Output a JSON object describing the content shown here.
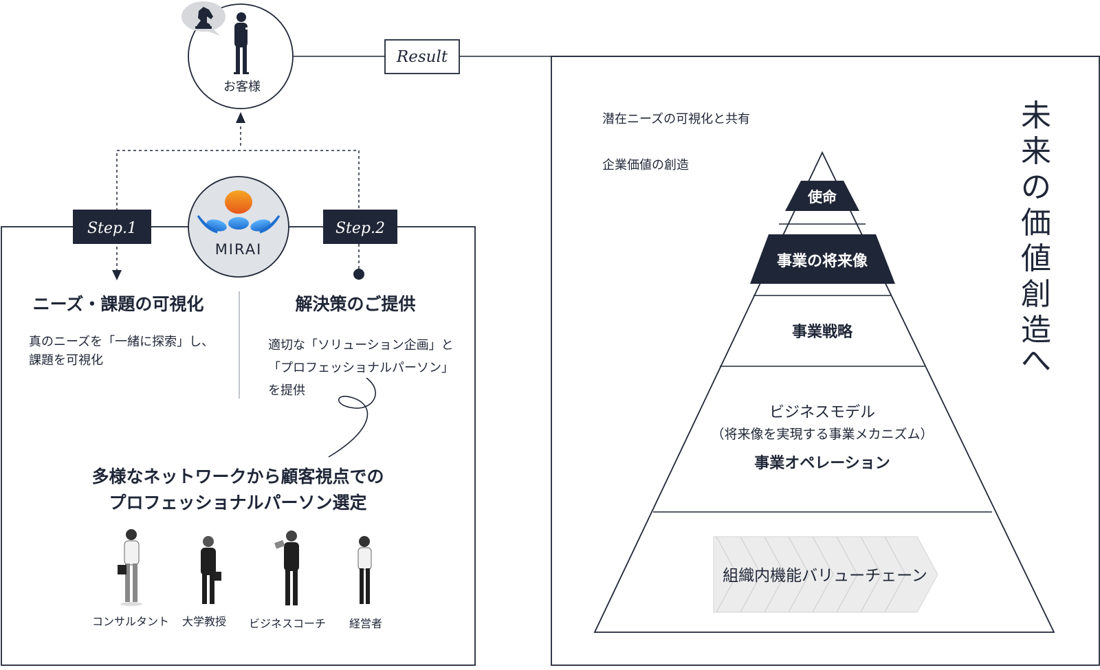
{
  "customer": {
    "label": "お客様",
    "knight_icon": "chess-knight-icon"
  },
  "result_label": "Result",
  "logo": {
    "text": "MIRAI"
  },
  "steps": [
    {
      "label": "Step.1",
      "title": "ニーズ・課題の可視化",
      "desc": [
        "真のニーズを「一緒に探索」し、",
        "課題を可視化"
      ]
    },
    {
      "label": "Step.2",
      "title": "解決策のご提供",
      "desc": [
        "適切な「ソリューション企画」と",
        "「プロフェッショナルパーソン」",
        "を提供"
      ]
    }
  ],
  "network_title": [
    "多様なネットワークから顧客視点での",
    "プロフェッショナルパーソン選定"
  ],
  "persons": [
    "コンサルタント",
    "大学教授",
    "ビジネスコーチ",
    "経営者"
  ],
  "right": {
    "notes": [
      "潜在ニーズの可視化と共有",
      "企業価値の創造"
    ],
    "vertical_title": "未来の価値創造へ",
    "pyramid": {
      "mission": "使命",
      "future_image": "事業の将来像",
      "strategy": "事業戦略",
      "business_model": [
        "ビジネスモデル",
        "（将来像を実現する事業メカニズム）",
        "事業オペレーション"
      ],
      "value_chain": "組織内機能バリューチェーン"
    }
  },
  "colors": {
    "navy": "#1f2637",
    "accent_orange": "#f08a1c",
    "accent_blue": "#2e8be0",
    "chevron_gray": "#ececec"
  }
}
